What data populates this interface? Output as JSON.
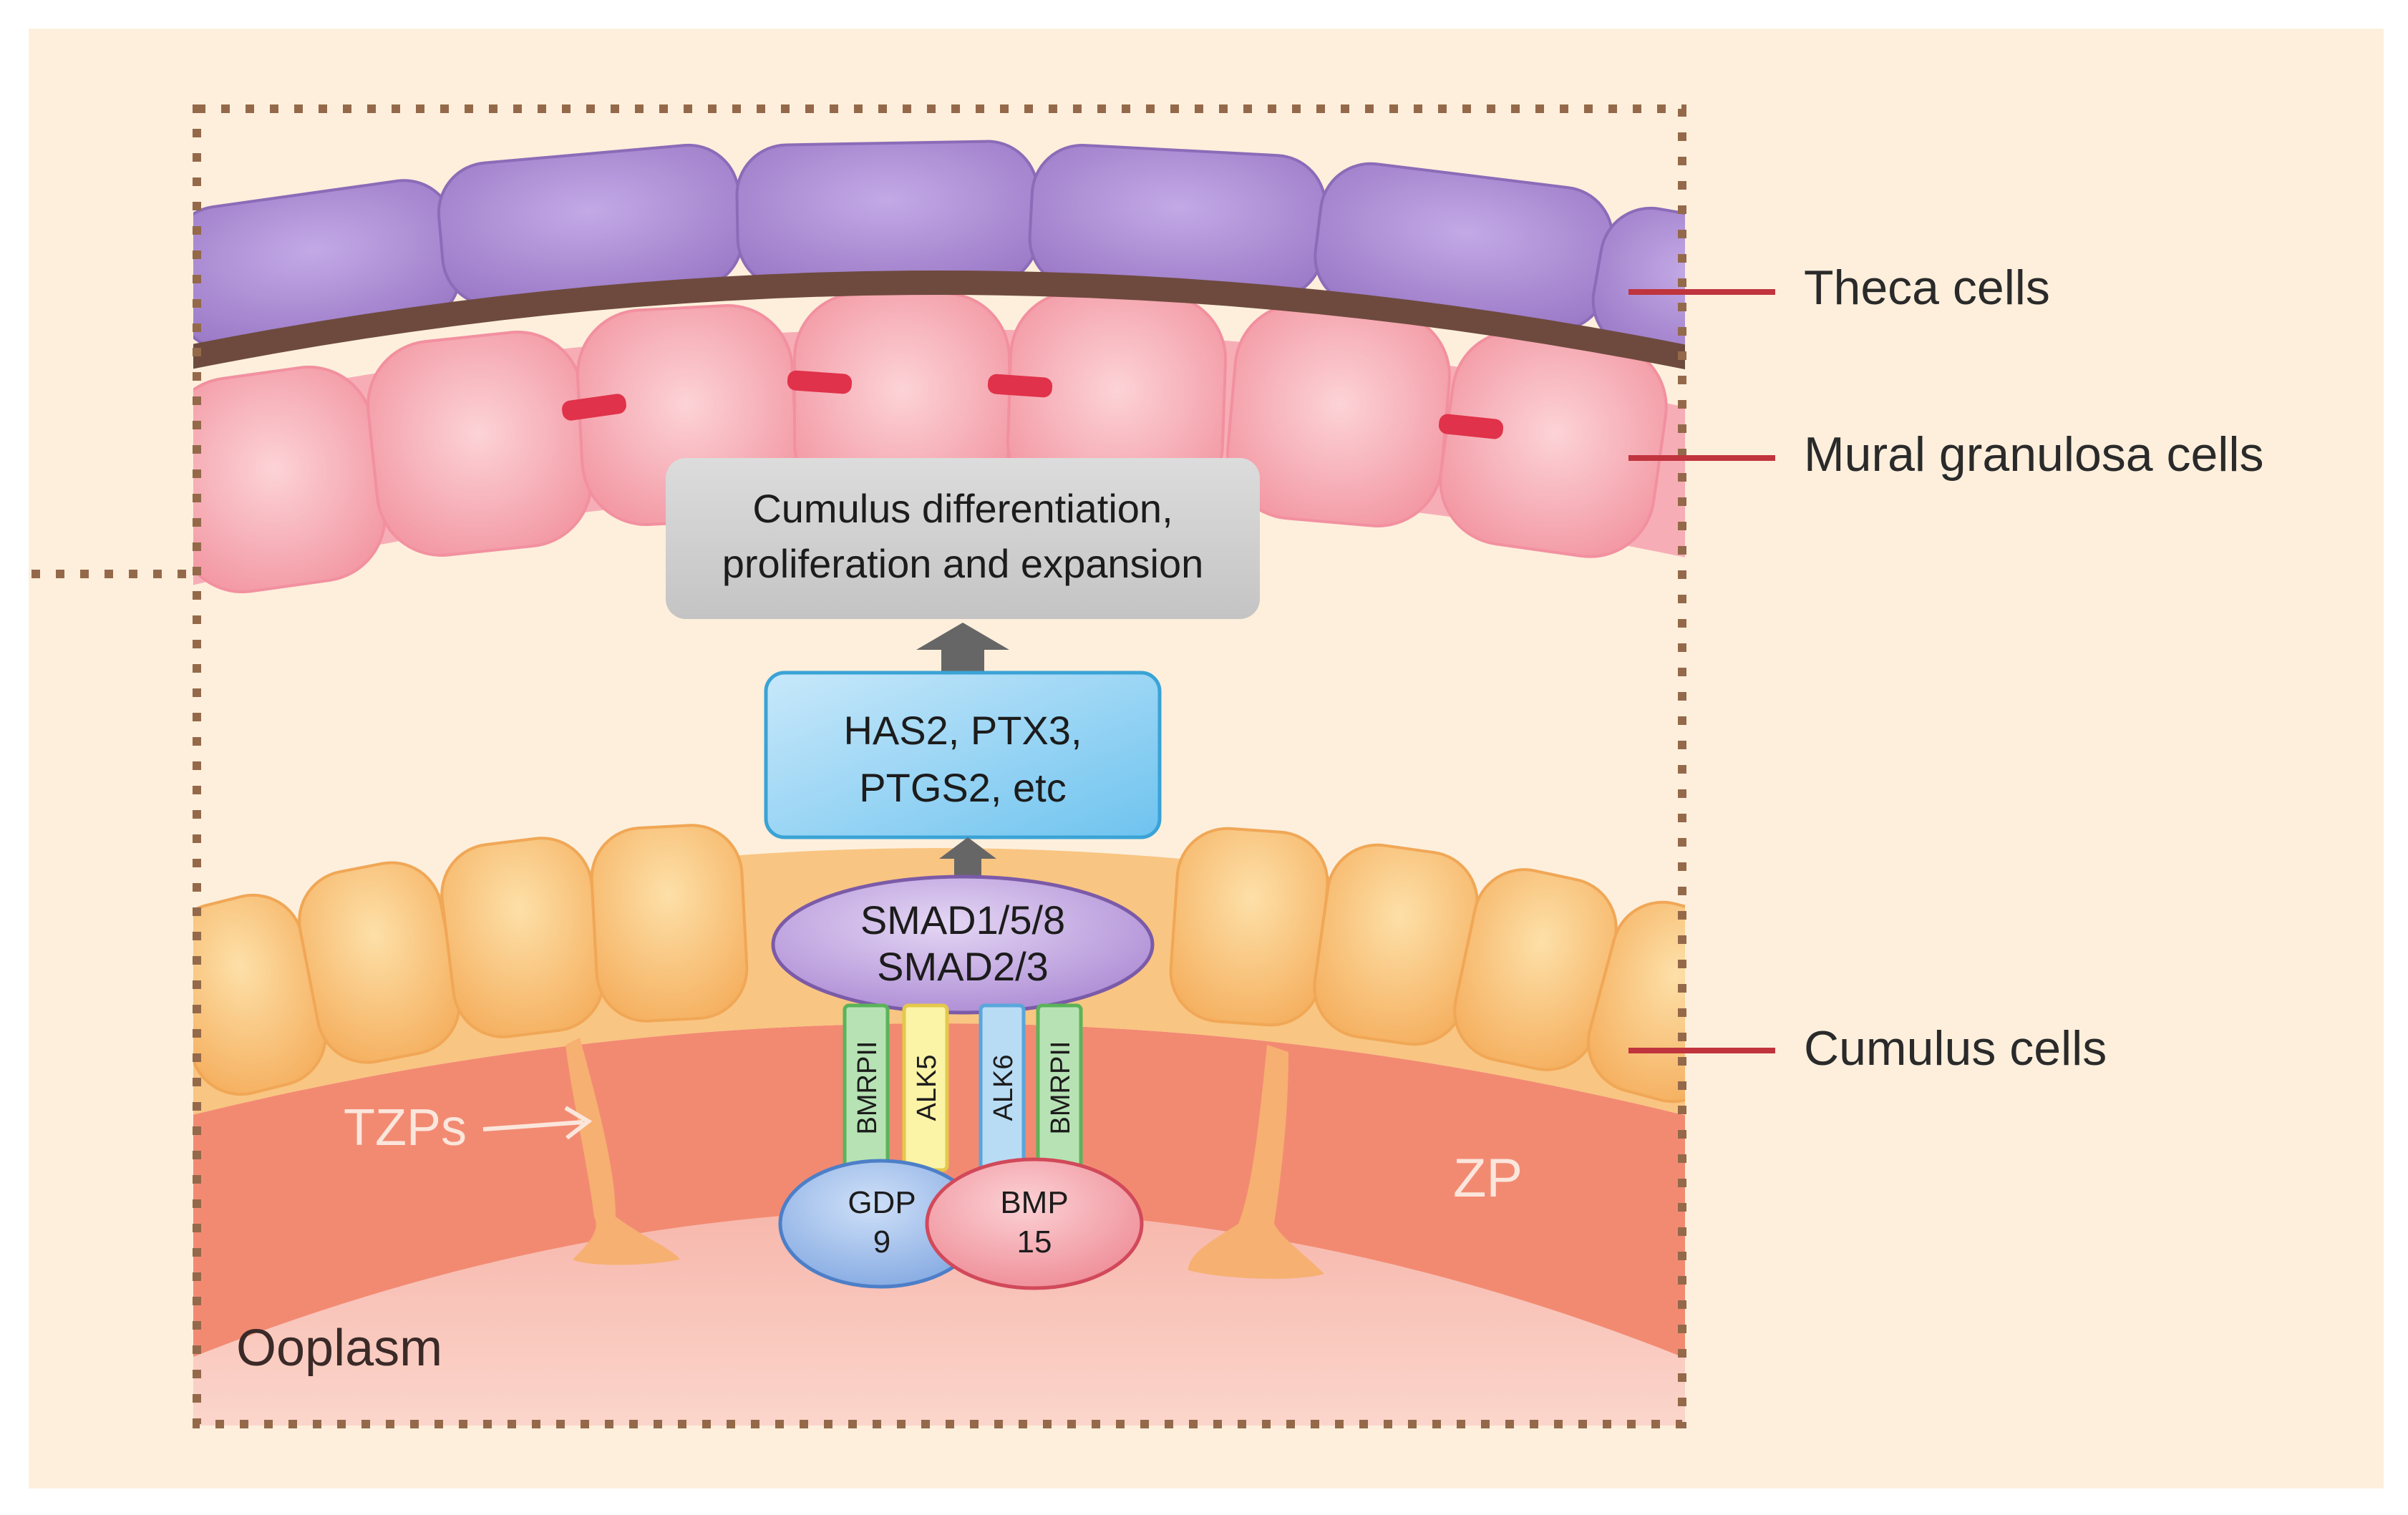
{
  "labels": {
    "theca": "Theca cells",
    "mural": "Mural granulosa cells",
    "cumulus": "Cumulus cells",
    "tzps": "TZPs",
    "zp": "ZP",
    "ooplasm": "Ooplasm"
  },
  "boxes": {
    "outcome_line1": "Cumulus differentiation,",
    "outcome_line2": "proliferation and expansion",
    "genes_line1": "HAS2, PTX3,",
    "genes_line2": "PTGS2, etc",
    "smad_line1": "SMAD1/5/8",
    "smad_line2": "SMAD2/3"
  },
  "receptors": [
    "BMRPII",
    "ALK5",
    "ALK6",
    "BMRPII"
  ],
  "ligands": {
    "gdp_line1": "GDP",
    "gdp_line2": "9",
    "bmp_line1": "BMP",
    "bmp_line2": "15"
  },
  "colors": {
    "background": "#fdefdc",
    "theca": "#a98bd0",
    "basement_membrane": "#6e4a3e",
    "mural": "#f8b4bb",
    "cumulus": "#f9c582",
    "zona_pellucida": "#f28a72",
    "ooplasm": "#f9c8bd",
    "outcome_box": "#d0d0d0",
    "genes_box": "#8fd0f2",
    "smad": "#c4a8df",
    "gdp9": "#9cbbe9",
    "bmp15": "#f2a2aa",
    "leader_line": "#c0343e",
    "dotted_border": "#94694a"
  }
}
